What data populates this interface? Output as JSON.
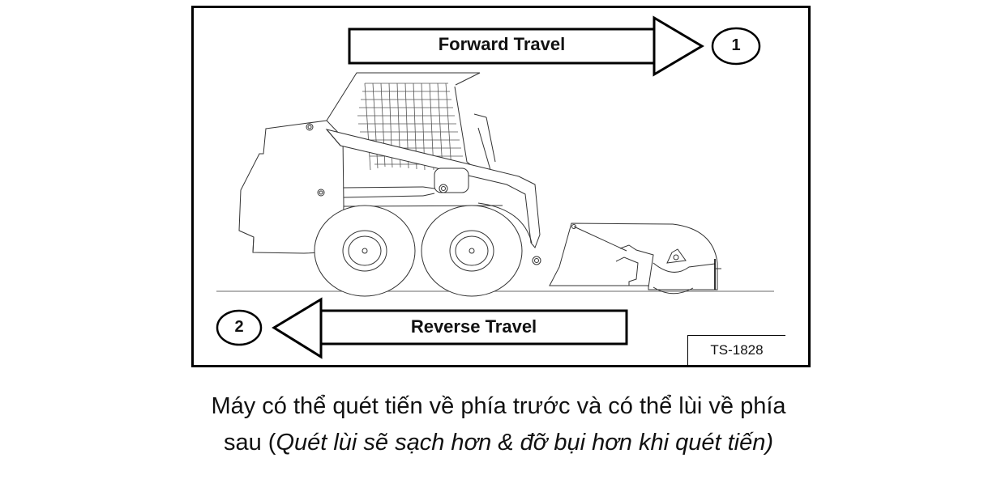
{
  "diagram": {
    "forward_arrow": {
      "label": "Forward Travel",
      "number": "1"
    },
    "reverse_arrow": {
      "label": "Reverse Travel",
      "number": "2"
    },
    "figure_code": "TS-1828",
    "subject": "skid-steer-loader-with-sweeper-attachment"
  },
  "caption": {
    "line1": "Máy có thể quét tiến về phía trước và có thể lùi về phía",
    "line2_prefix": "sau (",
    "line2_italic": "Quét lùi sẽ sạch hơn & đỡ bụi hơn khi quét tiến)",
    "line2_suffix": ""
  },
  "colors": {
    "line": "#111111",
    "background": "#ffffff"
  }
}
